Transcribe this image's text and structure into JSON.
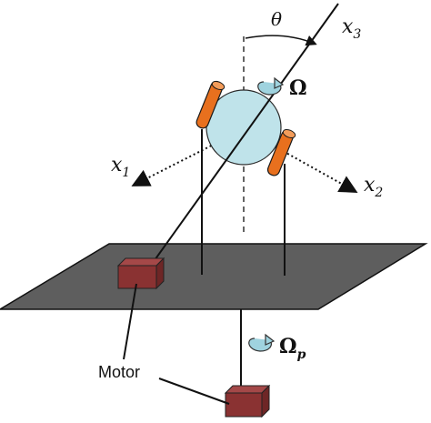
{
  "labels": {
    "theta": "θ",
    "x1": "x",
    "x1_sub": "1",
    "x2": "x",
    "x2_sub": "2",
    "x3": "x",
    "x3_sub": "3",
    "omega": "Ω",
    "omega_p": "Ω",
    "omega_p_sub": "p",
    "motor": "Motor"
  },
  "colors": {
    "platform": "#5e5e5e",
    "platform_edge": "#111111",
    "sphere": "#bfe3ea",
    "sphere_edge": "#2b2b2b",
    "rotor": "#e8701e",
    "rotor_edge": "#1a1a1a",
    "motor_box": "#8a3232",
    "motor_box_top": "#a44848",
    "motor_box_side": "#6e2626",
    "rotation_arrow": "#9fd3df",
    "line": "#111111"
  },
  "icons": {
    "omega_arrow": "rotation-arrow-icon",
    "omega_p_arrow": "rotation-arrow-icon"
  }
}
